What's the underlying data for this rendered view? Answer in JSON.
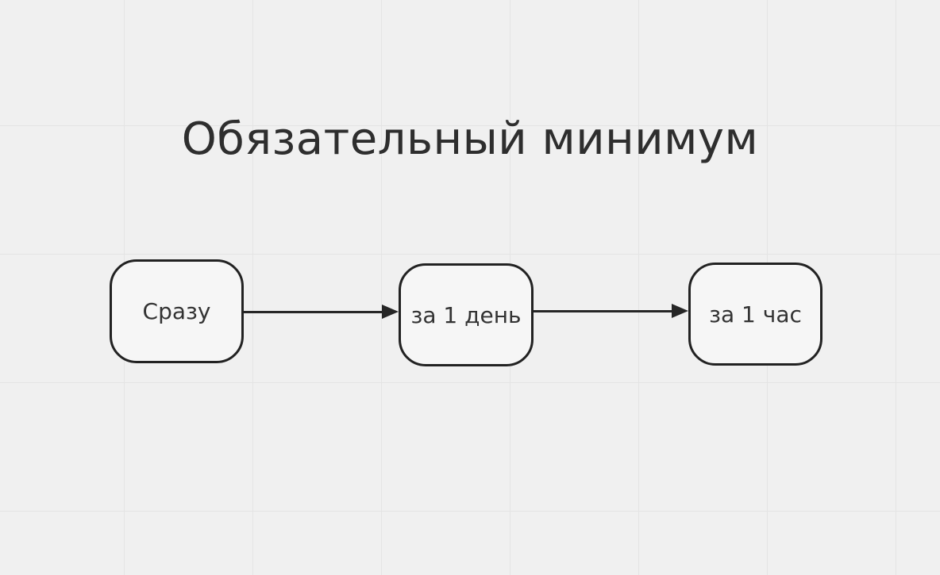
{
  "canvas": {
    "background_color": "#f0f0f0",
    "grid_line_color": "#e4e4e4",
    "ink_color": "#262626"
  },
  "title": "Обязательный минимум",
  "diagram": {
    "nodes": [
      {
        "label": "Сразу"
      },
      {
        "label": "за 1 день"
      },
      {
        "label": "за 1 час"
      }
    ],
    "edges": [
      {
        "from": "Сразу",
        "to": "за 1 день",
        "direction": "right"
      },
      {
        "from": "за 1 день",
        "to": "за 1 час",
        "direction": "right"
      }
    ]
  }
}
